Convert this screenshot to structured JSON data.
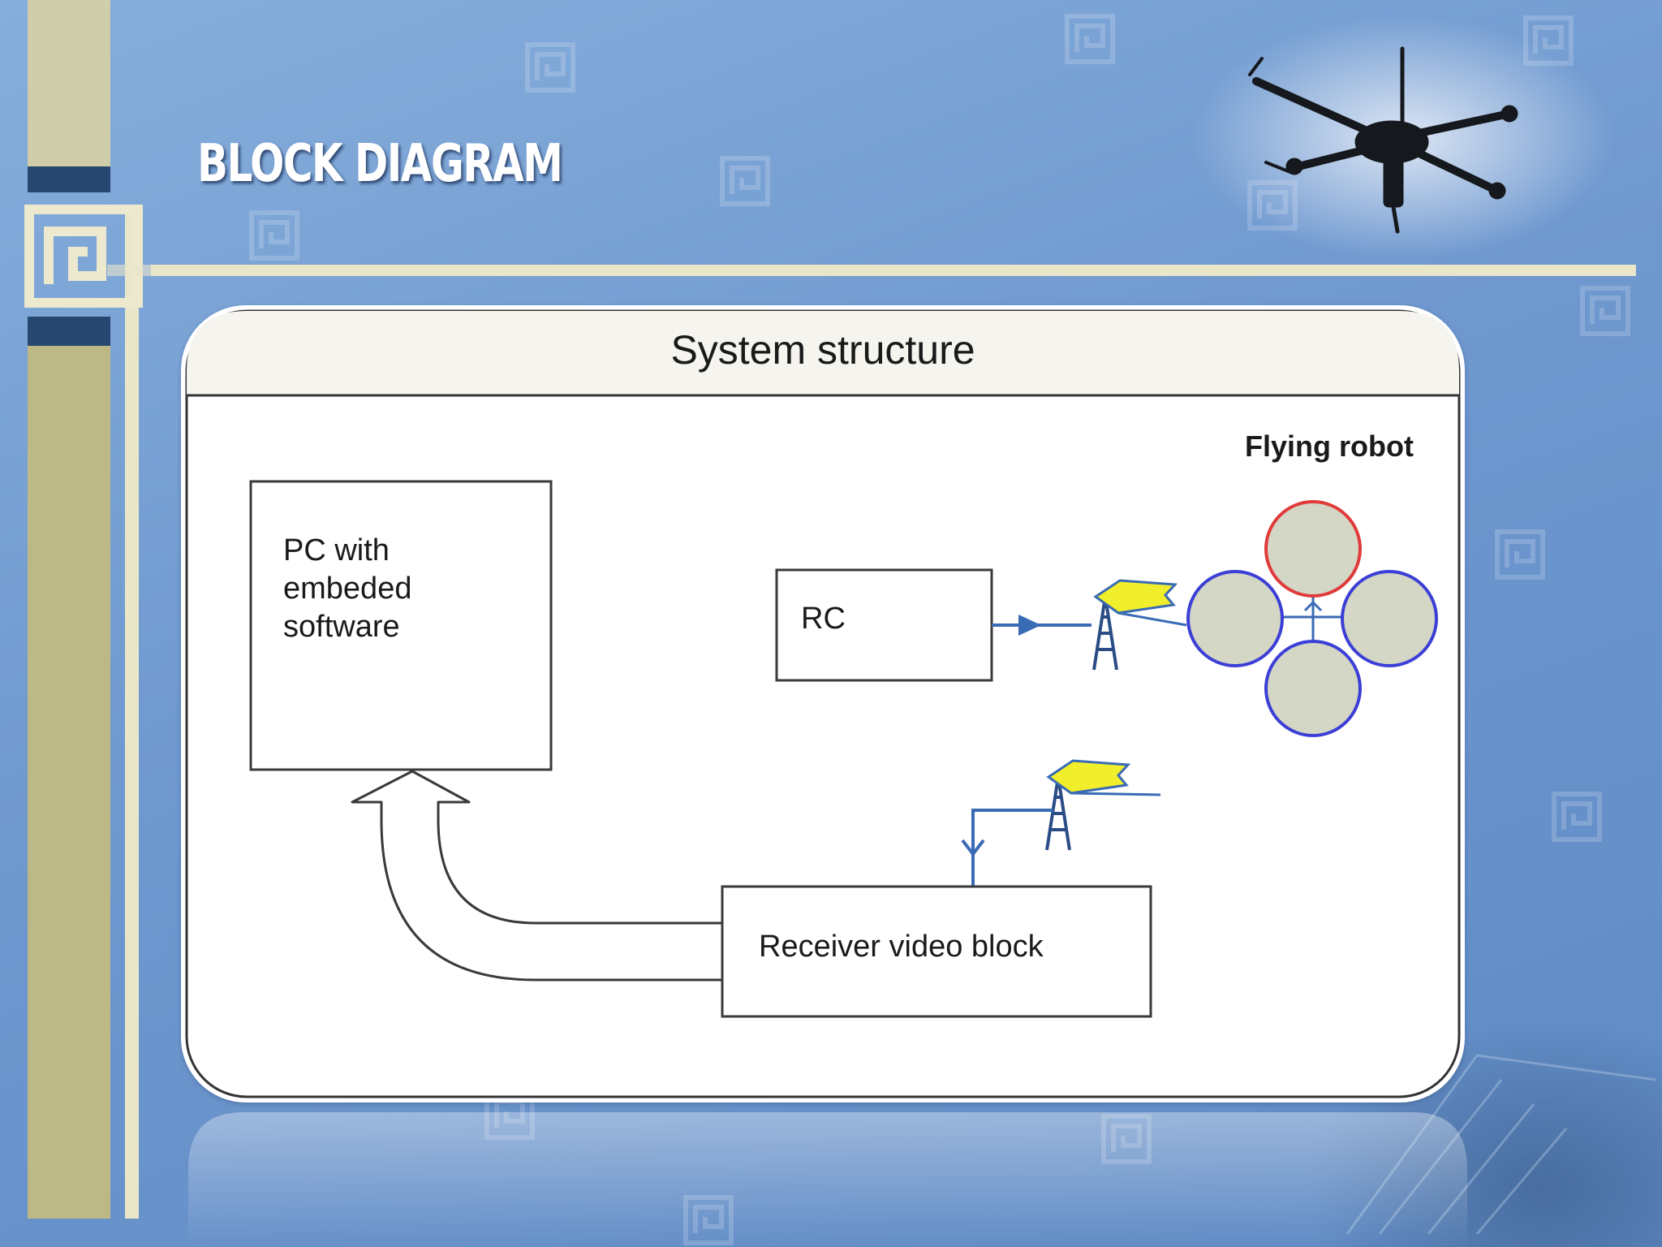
{
  "slide": {
    "title": "BLOCK DIAGRAM"
  },
  "diagram": {
    "header": "System structure",
    "robot_label": "Flying robot",
    "pc_block": {
      "lines": [
        "PC with",
        "embeded",
        "software"
      ]
    },
    "rc_block": "RC",
    "receiver_block": "Receiver video block"
  },
  "colors": {
    "background": "#6f98cf",
    "sidebar_tan": "#c2bd8c",
    "sidebar_navy": "#26476f",
    "connector_blue": "#3a6bb5",
    "rotor_fill": "#d4d6c6",
    "rotor_front": "#e03a3a",
    "rotor_other": "#3b3fd6",
    "antenna_flag": "#f1ee2b"
  },
  "icons": [
    "antenna-tower-icon",
    "quadcopter-photo-icon",
    "meander-decoration-icon"
  ]
}
